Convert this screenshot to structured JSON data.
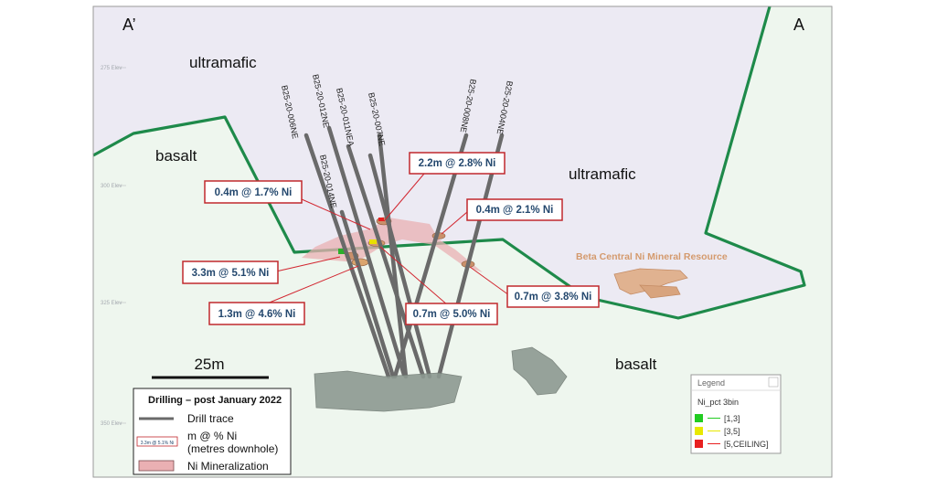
{
  "section_labels": {
    "left": "A’",
    "right": "A"
  },
  "elevations": [
    "275 Elev",
    "300 Elev",
    "325 Elev",
    "350 Elev"
  ],
  "rock_units": {
    "ultramafic_top": "ultramafic",
    "ultramafic_right": "ultramafic",
    "basalt_left": "basalt",
    "basalt_right": "basalt"
  },
  "resource_label": "Beta Central Ni Mineral Resource",
  "drill_holes": {
    "h006": "B25-20-006NE",
    "h012": "B25-20-012NE",
    "h011": "B25-20-011NEA",
    "h014": "B25-20-014NE",
    "h007": "B25-20-007NE",
    "h008": "B25-20-008NE",
    "h004": "B25-20-004NE"
  },
  "intercepts": {
    "i1": "2.2m @ 2.8% Ni",
    "i2": "0.4m @ 1.7% Ni",
    "i3": "0.4m @ 2.1% Ni",
    "i4": "3.3m @ 5.1% Ni",
    "i5": "0.7m @ 3.8% Ni",
    "i6": "1.3m @ 4.6% Ni",
    "i7": "0.7m @ 5.0% Ni"
  },
  "scale_bar": {
    "label": "25m"
  },
  "drilling_legend": {
    "title": "Drilling – post January 2022",
    "trace": "Drill trace",
    "sample": "3.3m @ 5.1% Ni",
    "intercept_line1": "m @ % Ni",
    "intercept_line2": "(metres downhole)",
    "mineralization": "Ni Mineralization"
  },
  "grade_legend": {
    "title": "Legend",
    "field": "Ni_pct 3bin",
    "bins": [
      {
        "label": "[1,3]",
        "color": "#22cc22"
      },
      {
        "label": "[3,5]",
        "color": "#e8e800"
      },
      {
        "label": "[5,CEILING]",
        "color": "#e82020"
      }
    ]
  },
  "colors": {
    "ultramafic": "#eceaf3",
    "basalt": "#eef6ee",
    "contact": "#1e8a4a",
    "callout_border": "#c0282d",
    "callout_text": "#24486e",
    "mineralization": "#eab0b3"
  }
}
